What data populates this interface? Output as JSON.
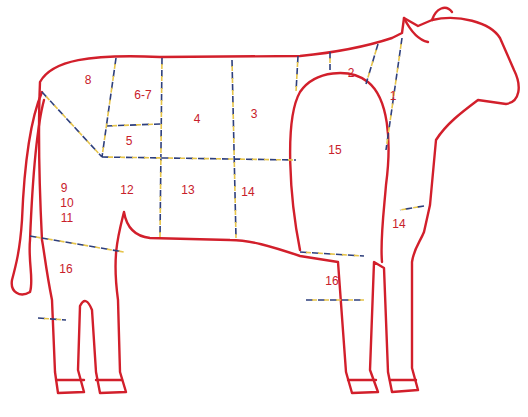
{
  "diagram": {
    "labels": [
      "8",
      "6-7",
      "2",
      "1",
      "4",
      "3",
      "5",
      "15",
      "9",
      "10",
      "12",
      "13",
      "14",
      "11",
      "14",
      "16",
      "16"
    ]
  }
}
